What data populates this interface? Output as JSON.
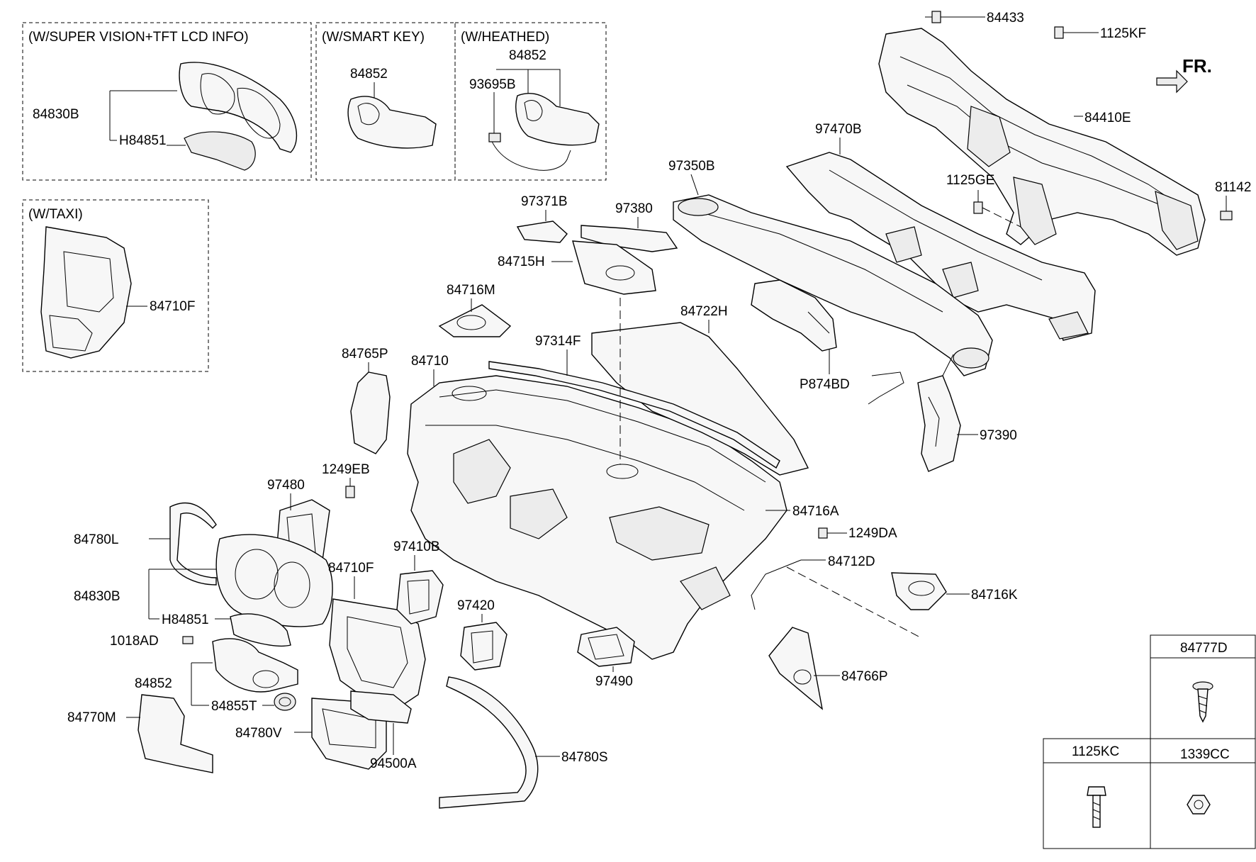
{
  "groups": {
    "super_vision": "(W/SUPER VISION+TFT LCD INFO)",
    "smart_key": "(W/SMART KEY)",
    "heathed": "(W/HEATHED)",
    "taxi": "(W/TAXI)"
  },
  "direction": "FR.",
  "parts": {
    "p84433": "84433",
    "p1125KF": "1125KF",
    "p84410E": "84410E",
    "p97470B": "97470B",
    "p97350B": "97350B",
    "p1125GE": "1125GE",
    "p81142": "81142",
    "p97371B": "97371B",
    "p97380": "97380",
    "p84715H": "84715H",
    "p84716M": "84716M",
    "p84722H": "84722H",
    "p97314F": "97314F",
    "p84765P": "84765P",
    "p84710": "84710",
    "pP874BD": "P874BD",
    "p97390": "97390",
    "p1249EB": "1249EB",
    "p97480": "97480",
    "p84716A": "84716A",
    "p1249DA": "1249DA",
    "p84780L": "84780L",
    "p84712D": "84712D",
    "p97410B": "97410B",
    "p84710F_main": "84710F",
    "p84716K": "84716K",
    "p84830B_main": "84830B",
    "p97420": "97420",
    "pH84851_main": "H84851",
    "p1018AD": "1018AD",
    "p84766P": "84766P",
    "p97490": "97490",
    "p84852_main": "84852",
    "p84855T": "84855T",
    "p84770M": "84770M",
    "p84780V": "84780V",
    "p84780S": "84780S",
    "p94500A": "94500A",
    "p84830B_box": "84830B",
    "pH84851_box": "H84851",
    "p84852_smart": "84852",
    "p84852_heat": "84852",
    "p93695B": "93695B",
    "p84710F_taxi": "84710F"
  },
  "fastener_table": {
    "top": "84777D",
    "bottom_left": "1125KC",
    "bottom_right": "1339CC"
  }
}
